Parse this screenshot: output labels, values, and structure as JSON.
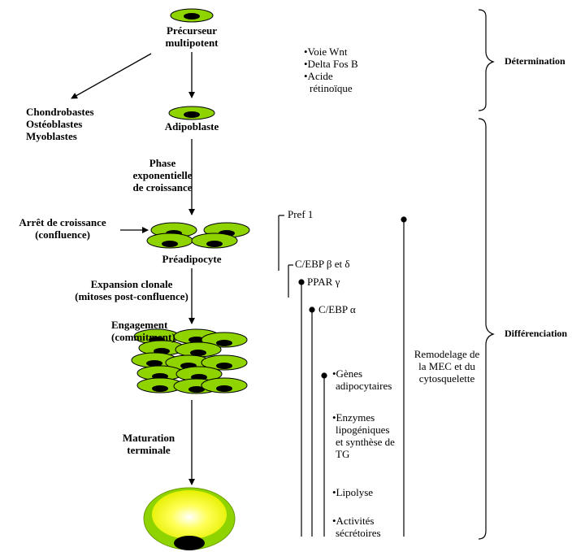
{
  "colors": {
    "cell_green": "#8fd400",
    "cell_outline": "#000000",
    "nucleus": "#000000",
    "mature_yellow": "#ffff4d",
    "line": "#000000"
  },
  "left_flow": {
    "precursor": [
      "Précurseur",
      "multipotent"
    ],
    "other_lineages": [
      "Chondrobastes",
      "Ostéoblastes",
      "Myoblastes"
    ],
    "adipoblast": "Adipoblaste",
    "phase": [
      "Phase",
      "exponentielle",
      "de croissance"
    ],
    "growth_arrest": [
      "Arrêt de croissance",
      "(confluence)"
    ],
    "preadipocyte": "Préadipocyte",
    "clonal_expansion": [
      "Expansion clonale",
      "(mitoses post-confluence)"
    ],
    "engagement": [
      "Engagement",
      "(commitment)"
    ],
    "maturation": [
      "Maturation",
      "terminale"
    ]
  },
  "determination_factors": [
    "•Voie Wnt",
    "•Delta Fos B",
    "•Acide",
    "rétinoïque"
  ],
  "stage_labels": {
    "determination": "Détermination",
    "differentiation": "Différenciation"
  },
  "markers": {
    "pref1": "Pref 1",
    "cebp_bd": "C/EBP β et δ",
    "ppar": "PPAR γ",
    "cebp_a": "C/EBP α",
    "genes": [
      "•Gènes",
      "adipocytaires"
    ],
    "enzymes": [
      "•Enzymes",
      "lipogéniques",
      "et synthèse de",
      "TG"
    ],
    "lipolyse": "•Lipolyse",
    "activites": [
      "•Activités",
      "sécrétoires"
    ],
    "remodelage": [
      "Remodelage de",
      "la MEC et du",
      "cytosquelette"
    ]
  }
}
